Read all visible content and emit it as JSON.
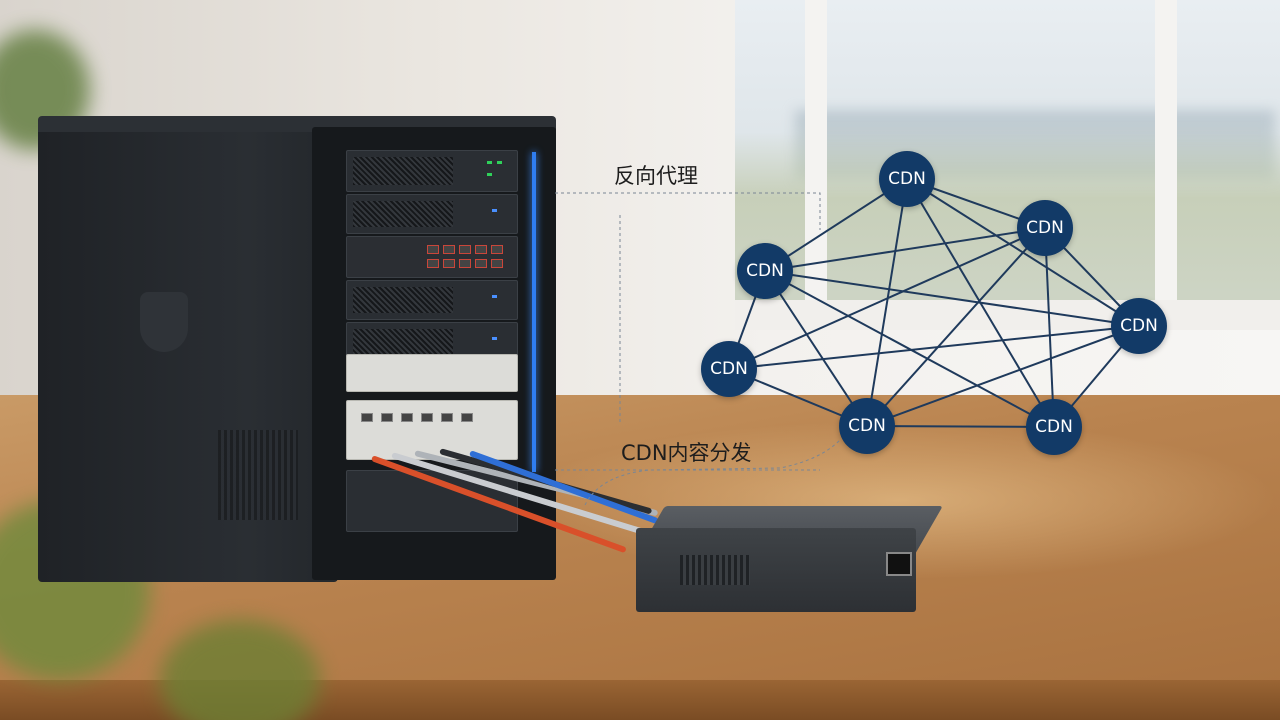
{
  "labels": {
    "reverse_proxy": "反向代理",
    "cdn_distribution": "CDN内容分发"
  },
  "network": {
    "node_label": "CDN",
    "node_color": "#123a67",
    "line_color": "#1f3a5c",
    "nodes": [
      "CDN",
      "CDN",
      "CDN",
      "CDN",
      "CDN",
      "CDN",
      "CDN"
    ]
  },
  "colors": {
    "accent_blue": "#2f7df0",
    "table_wood": "#b9834f"
  }
}
